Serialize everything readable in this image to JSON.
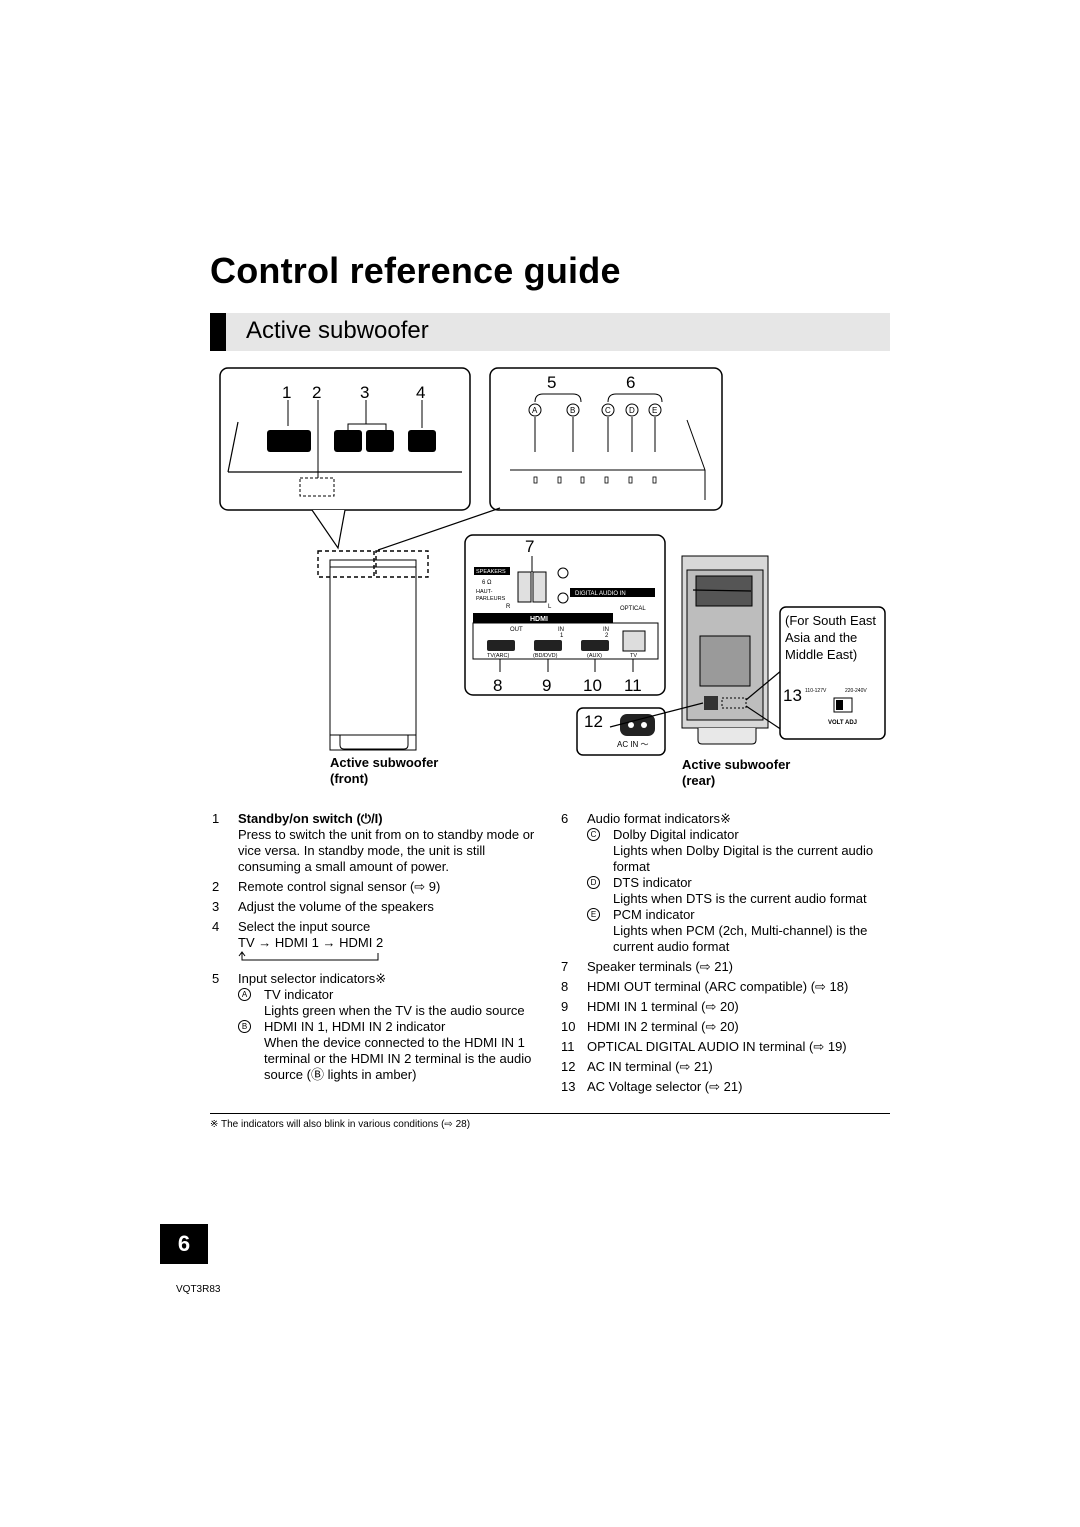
{
  "title": "Control reference guide",
  "section": "Active subwoofer",
  "diagram": {
    "callouts": [
      "1",
      "2",
      "3",
      "4",
      "5",
      "6",
      "7",
      "8",
      "9",
      "10",
      "11",
      "12",
      "13"
    ],
    "indicator_letters": [
      "A",
      "B",
      "C",
      "D",
      "E"
    ],
    "panel": {
      "speakers": "SPEAKERS",
      "ohm": "6 Ω",
      "haut": "HAUT-",
      "parleurs": "PARLEURS",
      "r": "R",
      "l": "L",
      "digital_audio_in": "DIGITAL AUDIO IN",
      "optical": "OPTICAL",
      "hdmi": "HDMI",
      "out": "OUT",
      "in1": "IN",
      "in1n": "1",
      "in2": "IN",
      "in2n": "2",
      "tv_arc": "TV(ARC)",
      "bd_dvd": "(BD/DVD)",
      "aux": "(AUX)",
      "tv": "TV"
    },
    "ac_in": "AC IN ～",
    "region_note": "(For South East Asia and the Middle East)",
    "volt_left": "110-127V",
    "volt_right": "220-240V",
    "volt_adj": "VOLT ADJ"
  },
  "captions": {
    "front": [
      "Active subwoofer",
      "(front)"
    ],
    "rear": [
      "Active subwoofer",
      "(rear)"
    ]
  },
  "left_list": {
    "i1_num": "1",
    "i1_title": "Standby/on switch (⏻/I)",
    "i1_desc": "Press to switch the unit from on to standby mode or vice versa. In standby mode, the unit is still consuming a small amount of power.",
    "i2_num": "2",
    "i2_text": "Remote control signal sensor (⇨ 9)",
    "i3_num": "3",
    "i3_text": "Adjust the volume of the speakers",
    "i4_num": "4",
    "i4_text": "Select the input source",
    "i4_seq": "TV → HDMI 1 → HDMI 2",
    "i5_num": "5",
    "i5_text": "Input selector indicators※",
    "i5_a_letter": "A",
    "i5_a_title": "TV indicator",
    "i5_a_desc": "Lights green when the TV is the audio source",
    "i5_b_letter": "B",
    "i5_b_title": "HDMI IN 1, HDMI IN 2 indicator",
    "i5_b_desc": "When the device connected to the HDMI IN 1 terminal or the HDMI IN 2 terminal is the audio source (Ⓑ lights in amber)"
  },
  "right_list": {
    "i6_num": "6",
    "i6_text": "Audio format indicators※",
    "i6_c_letter": "C",
    "i6_c_title": "Dolby Digital indicator",
    "i6_c_desc": "Lights when Dolby Digital is the current audio format",
    "i6_d_letter": "D",
    "i6_d_title": "DTS indicator",
    "i6_d_desc": "Lights when DTS is the current audio format",
    "i6_e_letter": "E",
    "i6_e_title": "PCM indicator",
    "i6_e_desc": "Lights when PCM (2ch, Multi-channel) is the current audio format",
    "rows": [
      {
        "num": "7",
        "text": "Speaker terminals (⇨ 21)"
      },
      {
        "num": "8",
        "text": "HDMI OUT terminal (ARC compatible) (⇨ 18)"
      },
      {
        "num": "9",
        "text": "HDMI IN 1 terminal (⇨ 20)"
      },
      {
        "num": "10",
        "text": "HDMI IN 2 terminal (⇨ 20)"
      },
      {
        "num": "11",
        "text": "OPTICAL DIGITAL AUDIO IN terminal (⇨ 19)"
      },
      {
        "num": "12",
        "text": "AC IN terminal (⇨ 21)"
      },
      {
        "num": "13",
        "text": "AC Voltage selector (⇨ 21)"
      }
    ]
  },
  "footnote": "※ The indicators will also blink in various conditions (⇨ 28)",
  "page_number": "6",
  "model_code": "VQT3R83"
}
